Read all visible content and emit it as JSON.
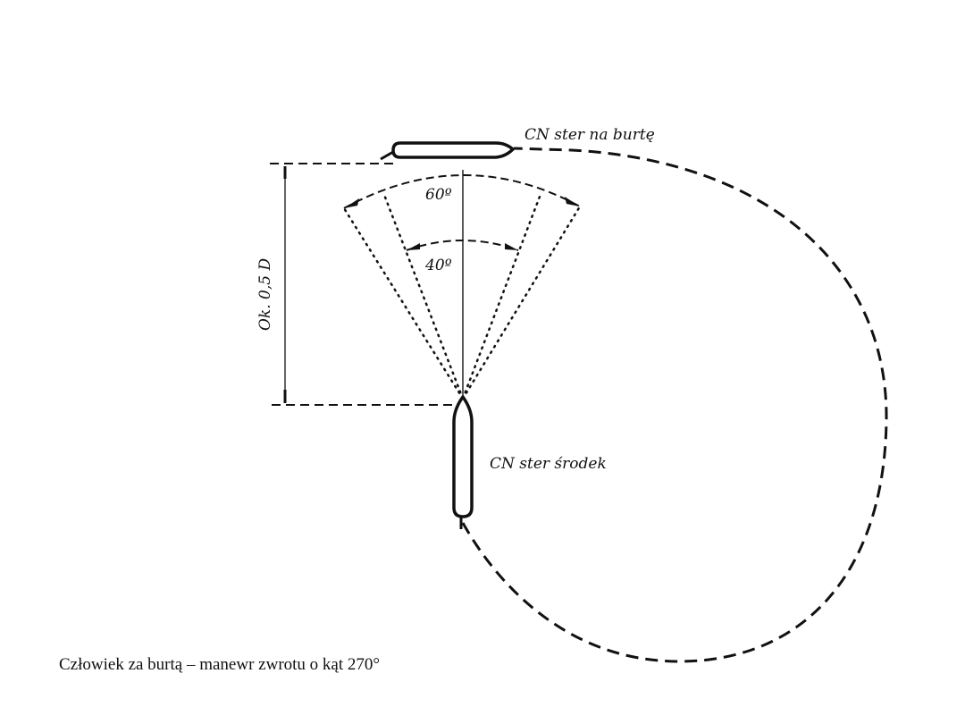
{
  "diagram": {
    "labels": {
      "ship_top": "CN ster na burtę",
      "ship_bottom": "CN ster środek",
      "angle_outer": "60º",
      "angle_inner": "40º",
      "distance": "Ok. 0,5 D"
    },
    "caption": "Człowiek za burtą – manewr zwrotu o kąt 270°",
    "colors": {
      "line": "#111111",
      "background": "#ffffff"
    }
  }
}
